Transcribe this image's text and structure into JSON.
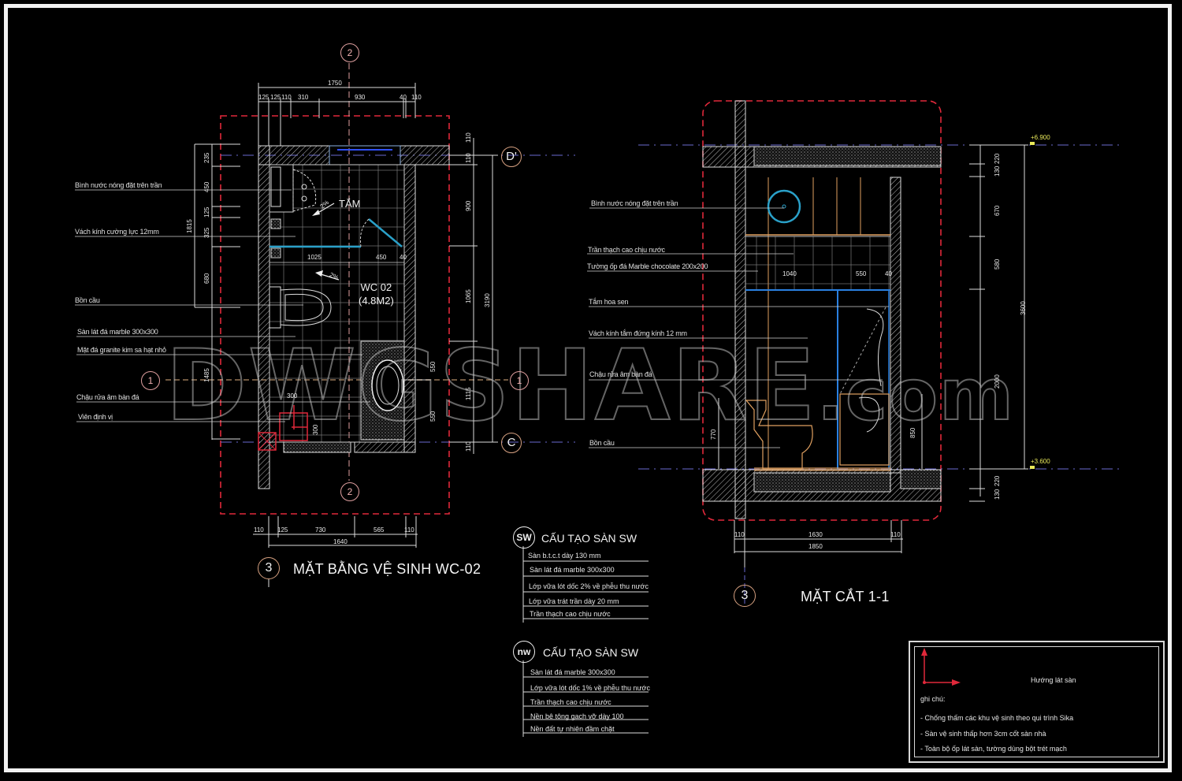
{
  "plan": {
    "title": "MẶT BẰNG VỆ SINH WC-02",
    "title_bubble": "3",
    "room_name": "WC 02",
    "room_area": "(4.8M2)",
    "shower_label": "TẮM",
    "slope_1": "2%",
    "slope_2": "2%",
    "grid_bubbles": {
      "top": "2",
      "bottom": "2",
      "left": "1",
      "right": "1",
      "d": "D'",
      "c": "C"
    },
    "callouts": [
      "Bình nước nóng đặt trên trần",
      "Vách kính cường lực 12mm",
      "Bồn cầu",
      "Sàn lát đá marble 300x300",
      "Mặt đá granite kim sa hạt nhỏ",
      "Chậu rửa âm bàn đá",
      "Viên định vị"
    ],
    "top_dims": {
      "overall": "1750",
      "segments": [
        "125",
        "125",
        "110",
        "310",
        "930",
        "40",
        "110"
      ]
    },
    "bottom_dims": {
      "overall": "1640",
      "segments": [
        "110",
        "125",
        "730",
        "565",
        "110"
      ]
    },
    "left_dims": {
      "overall_upper": "1815",
      "overall_lower": "1485",
      "segments": [
        "235",
        "450",
        "125",
        "325",
        "680"
      ]
    },
    "right_dims": {
      "overall": "3190",
      "segments": [
        "110",
        "110",
        "900",
        "1065",
        "550",
        "1115",
        "550",
        "110"
      ]
    },
    "inner_dims": [
      "1025",
      "450",
      "40",
      "300",
      "300"
    ]
  },
  "section": {
    "title": "MẶT CẮT 1-1",
    "title_bubble": "3",
    "callouts": [
      "Bình nước nóng đặt trên trần",
      "Trần thạch cao chịu nước",
      "Tường ốp đá Marble chocolate 200x200",
      "Tắm hoa sen",
      "Vách kính tắm đứng kính 12 mm",
      "Chậu rửa âm bàn đá",
      "Bồn cầu"
    ],
    "levels": {
      "top": "+6.900",
      "bottom": "+3.600"
    },
    "right_dims": {
      "overall": "3600",
      "segments": [
        "220",
        "130",
        "670",
        "580",
        "2000",
        "220",
        "130"
      ]
    },
    "bottom_dims": {
      "overall": "1850",
      "segments": [
        "110",
        "1630",
        "110"
      ]
    },
    "inner_dims": [
      "1040",
      "550",
      "40",
      "770",
      "850"
    ]
  },
  "floor_sw": {
    "badge": "SW",
    "title": "CẤU TẠO SÀN SW",
    "layers": [
      "Sàn b.t.c.t dày 130 mm",
      "Sàn lát đá marble 300x300",
      "Lớp vữa lót dốc 2% về phễu thu nước",
      "Lớp vữa trát trần dày 20 mm",
      "Trần thạch cao chịu nước"
    ]
  },
  "floor_nw": {
    "badge": "nw",
    "title": "CẤU TẠO SÀN SW",
    "layers": [
      "Sàn lát đá marble 300x300",
      "Lớp vữa lót dốc 1% về phễu thu nước",
      "Trần thạch cao chịu nước",
      "Nền bê tông gạch vỡ dày 100",
      "Nền đất tự nhiên đầm chặt"
    ]
  },
  "legend": {
    "arrow_label": "Hướng lát sàn",
    "notes_heading": "ghi chú:",
    "notes": [
      "- Chống thấm các khu vệ sinh theo qui trình Sika",
      "- Sàn vệ sinh thấp hơn 3cm cốt sàn nhà",
      "- Toàn bộ ốp lát sàn, tường dùng bột trét mạch"
    ]
  },
  "watermark": {
    "main": "DWGSHARE",
    "suffix": ".com"
  },
  "colors": {
    "background": "#000000",
    "line": "#e6e6e6",
    "red_dashed": "#e0283a",
    "glass": "#2aa0c8",
    "fixture": "#e0a060",
    "axis": "#6a6ad0",
    "level": "#e8e85a"
  }
}
